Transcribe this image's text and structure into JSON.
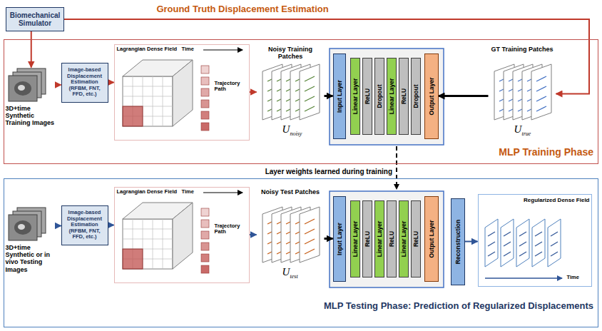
{
  "diagram": {
    "nodes": [
      {
        "text": [
          "Biomechanical Simulator"
        ]
      },
      {
        "text": [
          "MLP Training Phase"
        ]
      },
      {
        "text": [
          "3D+time Synthetic Training Images"
        ],
        "in": 1
      },
      {
        "text": [
          "Image-based Displacement Estimation (RFBM, FNT, FFD, etc.)"
        ],
        "in": 1
      },
      {
        "text": [
          "Lagrangian Dense Field",
          "Time",
          "Trajectory Path"
        ],
        "in": 1
      },
      {
        "text": [
          "Noisy Training Patches",
          "U",
          "noisy"
        ],
        "in": 1
      },
      {
        "text": [
          "Input Layer"
        ],
        "in": 1
      },
      {
        "text": [
          "Linear Layer"
        ],
        "in": 1
      },
      {
        "text": [
          "ReLU"
        ],
        "in": 1
      },
      {
        "text": [
          "Dropout"
        ],
        "in": 1
      },
      {
        "text": [
          "Linear Layer"
        ],
        "in": 1
      },
      {
        "text": [
          "ReLU"
        ],
        "in": 1
      },
      {
        "text": [
          "Dropout"
        ],
        "in": 1
      },
      {
        "text": [
          "Output Layer"
        ],
        "in": 1
      },
      {
        "text": [
          "GT Training Patches",
          "U",
          "true"
        ],
        "in": 1
      },
      {
        "text": [
          "MLP Testing Phase: Prediction of Regularized Displacements"
        ]
      },
      {
        "text": [
          "3D+time Synthetic or in vivo Testing Images"
        ],
        "in": 15
      },
      {
        "text": [
          "Image-based Displacement Estimation (RFBM, FNT, FFD, etc.)"
        ],
        "in": 15
      },
      {
        "text": [
          "Lagrangian Dense Field",
          "Time",
          "Trajectory Path"
        ],
        "in": 15
      },
      {
        "text": [
          "Noisy Test Patches",
          "U",
          "test"
        ],
        "in": 15
      },
      {
        "text": [
          "Input Layer"
        ],
        "in": 15
      },
      {
        "text": [
          "Linear Layer"
        ],
        "in": 15
      },
      {
        "text": [
          "ReLU"
        ],
        "in": 15
      },
      {
        "text": [
          "Linear Layer"
        ],
        "in": 15
      },
      {
        "text": [
          "ReLU"
        ],
        "in": 15
      },
      {
        "text": [
          "Linear Layer"
        ],
        "in": 15
      },
      {
        "text": [
          "ReLU"
        ],
        "in": 15
      },
      {
        "text": [
          "Output Layer"
        ],
        "in": 15
      },
      {
        "text": [
          "Reconstruction"
        ],
        "in": 15
      },
      {
        "text": [
          "Regularized Dense Field",
          "Time"
        ],
        "in": 15
      }
    ],
    "edges": [
      {
        "from": 0,
        "to": 2,
        "arrow": "to"
      },
      {
        "from": 0,
        "to": 14,
        "arrow": "to",
        "label": "Ground Truth Displacement Estimation"
      },
      {
        "from": 2,
        "to": 3,
        "arrow": "to"
      },
      {
        "from": 3,
        "to": 4,
        "arrow": "to"
      },
      {
        "from": 4,
        "to": 5,
        "arrow": "to"
      },
      {
        "from": 5,
        "to": 6,
        "arrow": "to"
      },
      {
        "from": 14,
        "to": 13,
        "arrow": "to"
      },
      {
        "from": 16,
        "to": 17,
        "arrow": "to"
      },
      {
        "from": 17,
        "to": 18,
        "arrow": "to"
      },
      {
        "from": 18,
        "to": 19,
        "arrow": "to"
      },
      {
        "from": 19,
        "to": 20,
        "arrow": "to"
      },
      {
        "from": 28,
        "to": 29,
        "arrow": "to"
      }
    ],
    "labels": [
      "Layer weights learned during training"
    ]
  }
}
